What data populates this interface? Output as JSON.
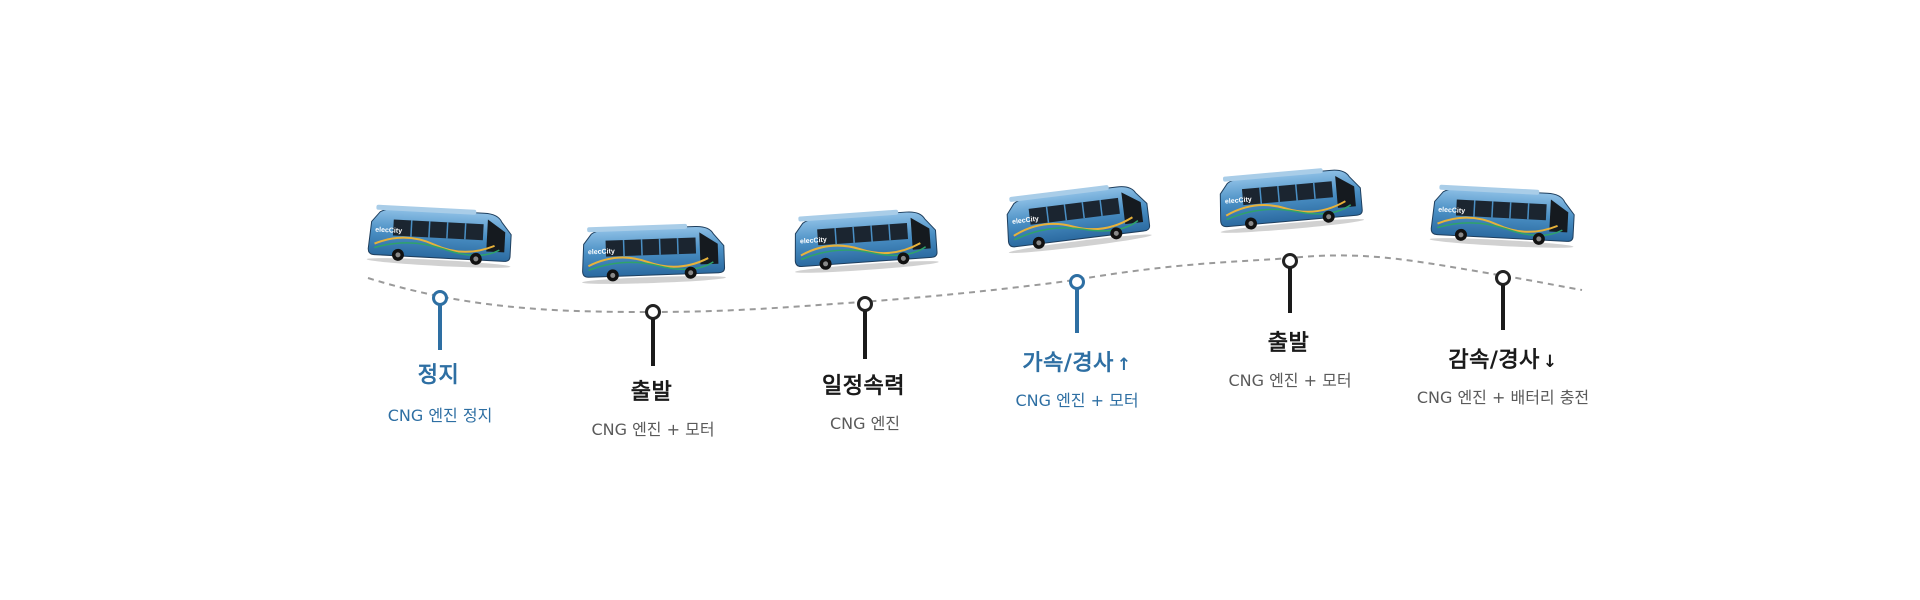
{
  "colors": {
    "active": "#2e6fa3",
    "inactive": "#1a1a1a",
    "description": "#5a5a5a",
    "route_line": "#9a9a9a",
    "bus_body": "#4a8fc4"
  },
  "bus_logo_text": "elecCity",
  "stages": [
    {
      "label": "정지",
      "arrow": "",
      "description": "CNG 엔진 정지",
      "active": true
    },
    {
      "label": "출발",
      "arrow": "",
      "description": "CNG 엔진 + 모터",
      "active": false
    },
    {
      "label": "일정속력",
      "arrow": "",
      "description": "CNG 엔진",
      "active": false
    },
    {
      "label": "가속/경사",
      "arrow": "↑",
      "description": "CNG 엔진 + 모터",
      "active": true
    },
    {
      "label": "출발",
      "arrow": "",
      "description": "CNG 엔진 + 모터",
      "active": false
    },
    {
      "label": "감속/경사",
      "arrow": "↓",
      "description": "CNG 엔진 + 배터리 충전",
      "active": false
    }
  ]
}
